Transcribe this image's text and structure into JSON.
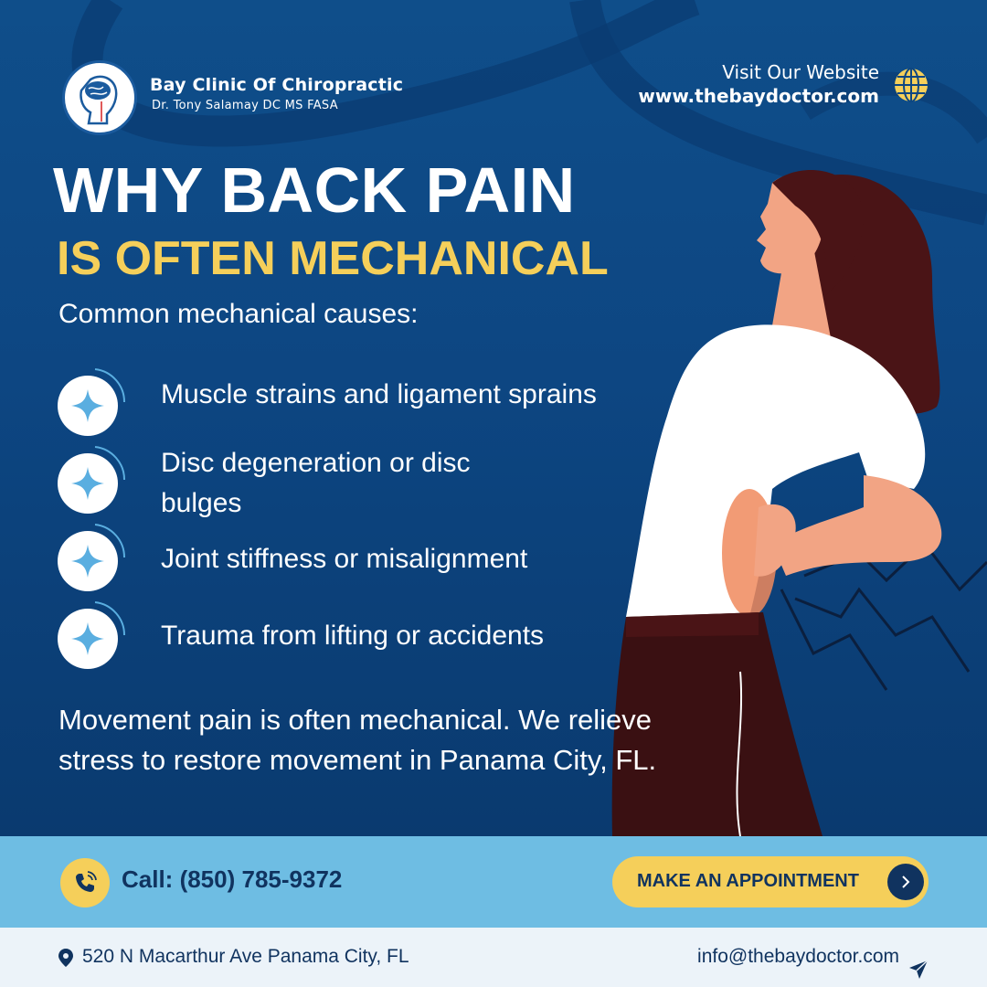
{
  "header": {
    "clinic_name": "Bay Clinic Of Chiropractic",
    "doctor_name": "Dr. Tony Salamay DC MS FASA",
    "visit_label": "Visit Our Website",
    "website": "www.thebaydoctor.com"
  },
  "headline": {
    "title": "WHY BACK PAIN",
    "subtitle": "IS OFTEN MECHANICAL",
    "intro": "Common mechanical causes:"
  },
  "causes": [
    {
      "line1": "Muscle strains and ligament sprains",
      "line2": ""
    },
    {
      "line1": "Disc degeneration or disc",
      "line2": "bulges"
    },
    {
      "line1": "Joint stiffness or misalignment",
      "line2": ""
    },
    {
      "line1": "Trauma from lifting or accidents",
      "line2": ""
    }
  ],
  "closing": "Movement pain is often mechanical. We relieve stress to restore movement in Panama City, FL.",
  "cta": {
    "call": "Call: (850) 785-9372",
    "appointment": "MAKE AN APPOINTMENT"
  },
  "footer": {
    "address": "520 N Macarthur Ave Panama City, FL",
    "email": "info@thebaydoctor.com"
  },
  "colors": {
    "background": "#0d4682",
    "accent_yellow": "#f5cf5a",
    "cta_bar": "#6ebde3",
    "footer_bar": "#ecf3f9",
    "navy_text": "#10335f",
    "bullet_star": "#5aaee0"
  },
  "icons": {
    "logo": "brain-profile-logo",
    "website": "globe-icon",
    "bullets": "sparkle-star-icon",
    "phone": "phone-icon",
    "appointment_arrow": "chevron-right-icon",
    "address": "map-pin-icon",
    "email": "paper-plane-icon"
  }
}
